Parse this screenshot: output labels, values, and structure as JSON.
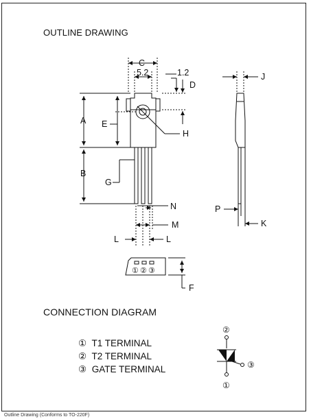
{
  "outline_title": "OUTLINE DRAWING",
  "connection_title": "CONNECTION DIAGRAM",
  "dimensions": {
    "C": "C",
    "W52": "5.2",
    "W12": "1.2",
    "D": "D",
    "J": "J",
    "A": "A",
    "E": "E",
    "H": "H",
    "B": "B",
    "G": "G",
    "N": "N",
    "P": "P",
    "M": "M",
    "K": "K",
    "L": "L",
    "F": "F"
  },
  "pins": [
    "①",
    "②",
    "③"
  ],
  "terminals": [
    {
      "num": "①",
      "label": "T1 TERMINAL"
    },
    {
      "num": "②",
      "label": "T2 TERMINAL"
    },
    {
      "num": "③",
      "label": "GATE TERMINAL"
    }
  ],
  "symbol_labels": {
    "top": "②",
    "bottom": "①",
    "gate": "③"
  },
  "caption": "Outline Drawing (Conforms to TO-220F)"
}
